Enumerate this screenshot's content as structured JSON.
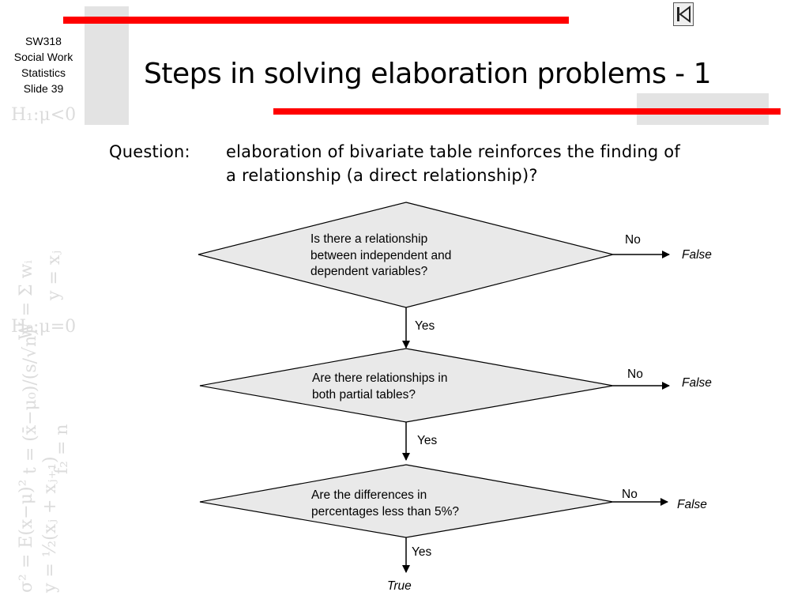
{
  "slide_info": {
    "line1": "SW318",
    "line2": "Social Work",
    "line3": "Statistics",
    "line4": "Slide 39"
  },
  "title": "Steps in solving elaboration problems - 1",
  "question": {
    "label": "Question:",
    "line1": "elaboration of bivariate table reinforces the finding of",
    "line2": "a relationship (a direct relationship)?"
  },
  "flowchart": {
    "step1": {
      "line1": "Is there a relationship",
      "line2": "between independent and",
      "line3": "dependent variables?",
      "no_label": "No",
      "no_outcome": "False",
      "yes_label": "Yes"
    },
    "step2": {
      "line1": "Are there relationships in",
      "line2": "both partial tables?",
      "no_label": "No",
      "no_outcome": "False",
      "yes_label": "Yes"
    },
    "step3": {
      "line1": "Are the differences in",
      "line2": "percentages less than 5%?",
      "no_label": "No",
      "no_outcome": "False",
      "yes_label": "Yes",
      "yes_outcome": "True"
    }
  },
  "icons": {
    "nav": "skip-to-first-icon"
  },
  "colors": {
    "accent_red": "#ff0000",
    "panel_gray": "#e3e3e3",
    "diamond_fill": "#e9e9e9"
  }
}
